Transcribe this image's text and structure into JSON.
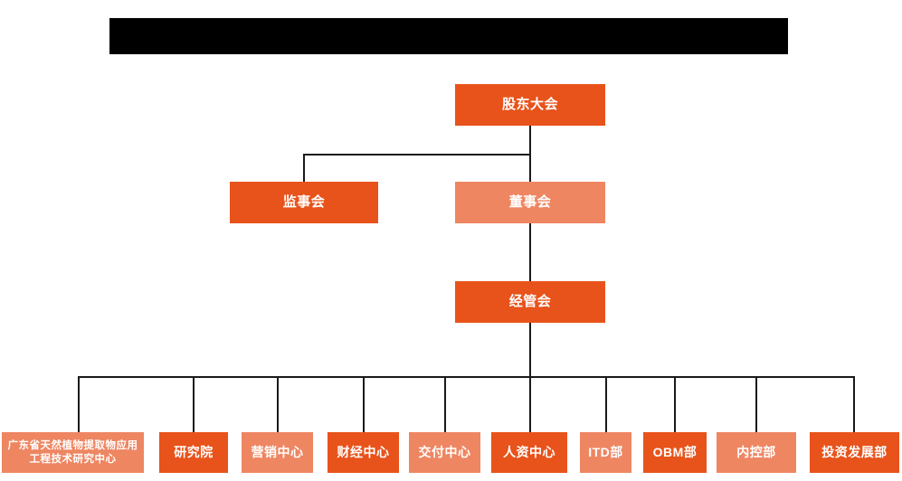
{
  "banner": {
    "name": "title-banner",
    "text": "",
    "color": "#000000"
  },
  "colors": {
    "dark_orange": "#E8531B",
    "light_salmon": "#EE8662",
    "line": "#1a1a1a",
    "background": "#ffffff",
    "text": "#ffffff"
  },
  "chart_data": {
    "type": "diagram",
    "subtype": "org-chart",
    "title": "",
    "orientation": "top-down",
    "levels": [
      {
        "level": 1,
        "nodes": [
          {
            "id": "shareholders",
            "label": "股东大会",
            "fill": "dark"
          }
        ]
      },
      {
        "level": 2,
        "nodes": [
          {
            "id": "supervisors",
            "label": "监事会",
            "fill": "dark"
          },
          {
            "id": "directors",
            "label": "董事会",
            "fill": "light"
          }
        ]
      },
      {
        "level": 3,
        "nodes": [
          {
            "id": "management",
            "label": "经管会",
            "fill": "dark"
          }
        ]
      },
      {
        "level": 4,
        "nodes": [
          {
            "id": "research-center",
            "label": "广东省天然植物提取物应用工程技术研究中心",
            "fill": "light"
          },
          {
            "id": "institute",
            "label": "研究院",
            "fill": "dark"
          },
          {
            "id": "marketing-center",
            "label": "营销中心",
            "fill": "light"
          },
          {
            "id": "finance-center",
            "label": "财经中心",
            "fill": "dark"
          },
          {
            "id": "delivery-center",
            "label": "交付中心",
            "fill": "light"
          },
          {
            "id": "hr-center",
            "label": "人资中心",
            "fill": "dark"
          },
          {
            "id": "itd-dept",
            "label": "ITD部",
            "fill": "light"
          },
          {
            "id": "obm-dept",
            "label": "OBM部",
            "fill": "dark"
          },
          {
            "id": "internal-control-dept",
            "label": "内控部",
            "fill": "light"
          },
          {
            "id": "investment-development-dept",
            "label": "投资发展部",
            "fill": "dark"
          }
        ]
      }
    ],
    "edges": [
      {
        "from": "shareholders",
        "to": "supervisors"
      },
      {
        "from": "shareholders",
        "to": "directors"
      },
      {
        "from": "directors",
        "to": "management"
      },
      {
        "from": "management",
        "to": "research-center"
      },
      {
        "from": "management",
        "to": "institute"
      },
      {
        "from": "management",
        "to": "marketing-center"
      },
      {
        "from": "management",
        "to": "finance-center"
      },
      {
        "from": "management",
        "to": "delivery-center"
      },
      {
        "from": "management",
        "to": "hr-center"
      },
      {
        "from": "management",
        "to": "itd-dept"
      },
      {
        "from": "management",
        "to": "obm-dept"
      },
      {
        "from": "management",
        "to": "internal-control-dept"
      },
      {
        "from": "management",
        "to": "investment-development-dept"
      }
    ]
  }
}
